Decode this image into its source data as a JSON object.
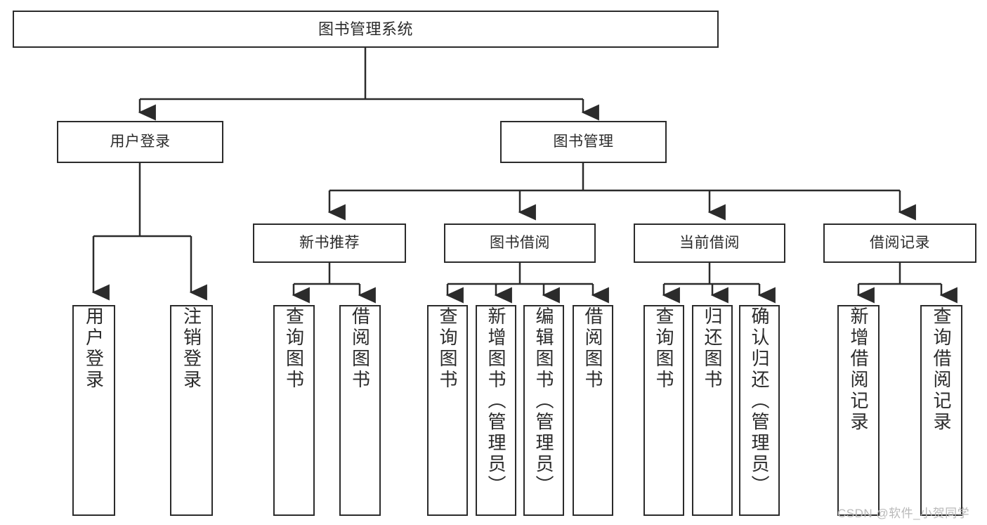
{
  "diagram": {
    "title": "图书管理系统",
    "type": "tree",
    "theme": {
      "background": "#ffffff",
      "stroke": "#2b2b2b",
      "text": "#2b2b2b",
      "watermark_color": "#b9b9b9"
    },
    "watermark": "CSDN @软件_小贺同学",
    "nodes": {
      "root": {
        "label": "图书管理系统"
      },
      "l1": [
        {
          "id": "user-login",
          "label": "用户登录"
        },
        {
          "id": "book-manage",
          "label": "图书管理"
        }
      ],
      "l2": [
        {
          "id": "new-book-recommend",
          "label": "新书推荐"
        },
        {
          "id": "book-borrow",
          "label": "图书借阅"
        },
        {
          "id": "current-borrow",
          "label": "当前借阅"
        },
        {
          "id": "borrow-record",
          "label": "借阅记录"
        }
      ],
      "leaves": [
        {
          "id": "leaf-user-login",
          "label": "用户登录",
          "parent": "user-login"
        },
        {
          "id": "leaf-logout",
          "label": "注销登录",
          "parent": "user-login"
        },
        {
          "id": "leaf-query-book-1",
          "label": "查询图书",
          "parent": "new-book-recommend"
        },
        {
          "id": "leaf-borrow-book-1",
          "label": "借阅图书",
          "parent": "new-book-recommend"
        },
        {
          "id": "leaf-query-book-2",
          "label": "查询图书",
          "parent": "book-borrow"
        },
        {
          "id": "leaf-add-book",
          "label": "新增图书（管理员）",
          "parent": "book-borrow"
        },
        {
          "id": "leaf-edit-book",
          "label": "编辑图书（管理员）",
          "parent": "book-borrow"
        },
        {
          "id": "leaf-borrow-book-2",
          "label": "借阅图书",
          "parent": "book-borrow"
        },
        {
          "id": "leaf-query-book-3",
          "label": "查询图书",
          "parent": "current-borrow"
        },
        {
          "id": "leaf-return-book",
          "label": "归还图书",
          "parent": "current-borrow"
        },
        {
          "id": "leaf-confirm-return",
          "label": "确认归还（管理员）",
          "parent": "current-borrow"
        },
        {
          "id": "leaf-add-record",
          "label": "新增借阅记录",
          "parent": "borrow-record"
        },
        {
          "id": "leaf-query-record",
          "label": "查询借阅记录",
          "parent": "borrow-record"
        }
      ]
    }
  }
}
